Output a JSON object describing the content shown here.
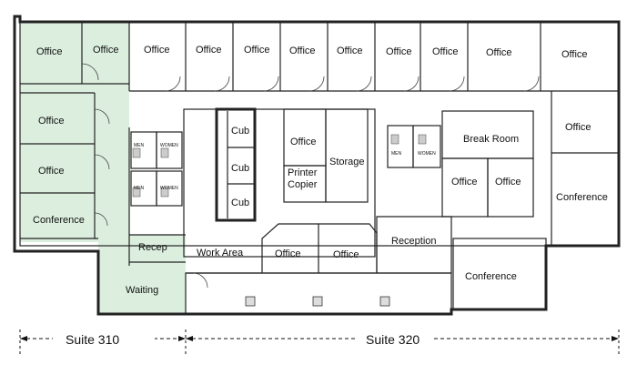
{
  "colors": {
    "suite310_fill": "#dcefdf",
    "wall": "#222222",
    "background": "#ffffff"
  },
  "rooms": {
    "office_310_a": "Office",
    "office_310_b": "Office",
    "office_310_c": "Office",
    "office_310_d": "Office",
    "conference_310": "Conference",
    "recep_310": "Recep",
    "waiting_310": "Waiting",
    "top_offices": [
      "Office",
      "Office",
      "Office",
      "Office",
      "Office",
      "Office",
      "Office",
      "Office",
      "Office"
    ],
    "cub_1": "Cub",
    "cub_2": "Cub",
    "cub_3": "Cub",
    "office_mid": "Office",
    "storage": "Storage",
    "printer_line1": "Printer",
    "printer_line2": "Copier",
    "break_room": "Break Room",
    "office_break_left": "Office",
    "office_break_right": "Office",
    "office_right_upper": "Office",
    "conference_right": "Conference",
    "work_area": "Work Area",
    "office_low_a": "Office",
    "office_low_b": "Office",
    "reception": "Reception",
    "conference_low": "Conference",
    "men_1": "MEN",
    "women_1": "WOMEN",
    "men_2": "MEN",
    "women_2": "WOMEN",
    "men_3": "MEN",
    "women_3": "WOMEN"
  },
  "suites": {
    "suite_310": "Suite 310",
    "suite_320": "Suite 320"
  }
}
